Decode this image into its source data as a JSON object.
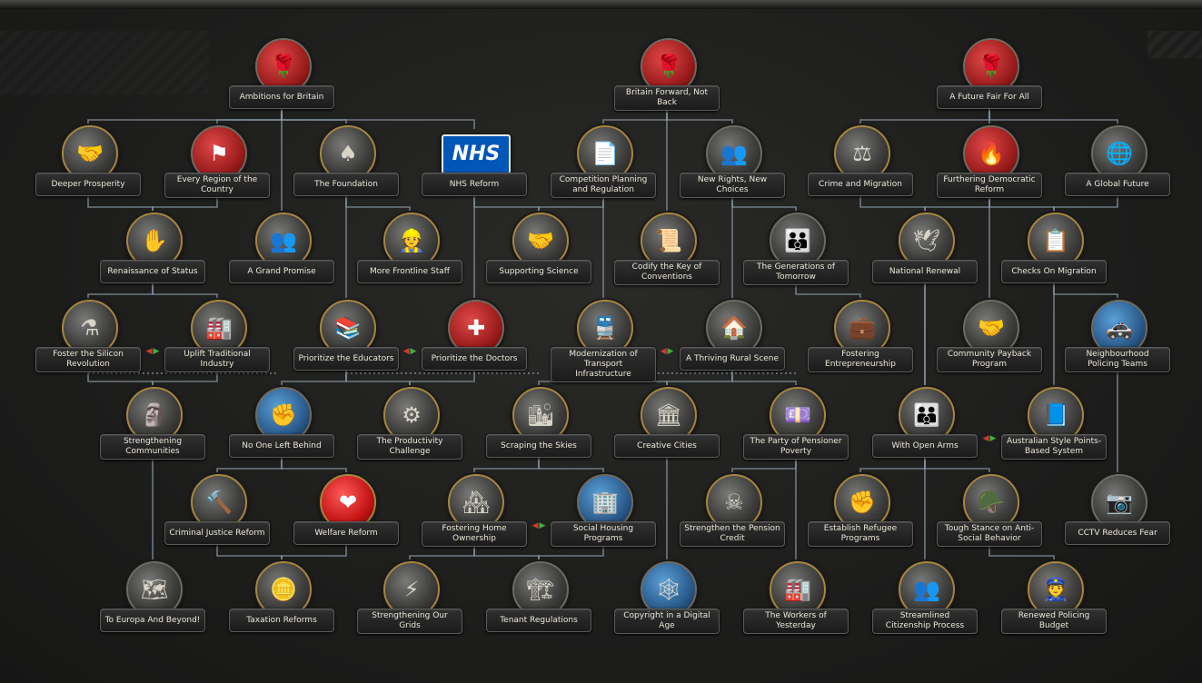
{
  "focus_tree": {
    "focuses": [
      {
        "id": "ambitions",
        "label": "Ambitions for Britain",
        "icon": "red-rose-icon",
        "glyph": "🌹",
        "style": "red"
      },
      {
        "id": "forward",
        "label": "Britain Forward, Not Back",
        "icon": "red-rose-icon",
        "glyph": "🌹",
        "style": "red"
      },
      {
        "id": "future",
        "label": "A Future Fair For All",
        "icon": "red-rose-icon",
        "glyph": "🌹",
        "style": "red"
      },
      {
        "id": "deeper",
        "label": "Deeper Prosperity",
        "icon": "handshake-icon",
        "glyph": "🤝",
        "style": "gold"
      },
      {
        "id": "every_region",
        "label": "Every Region of the Country",
        "icon": "union-flag-icon",
        "glyph": "⚑",
        "style": "red"
      },
      {
        "id": "foundation",
        "label": "The Foundation",
        "icon": "trowel-icon",
        "glyph": "♠",
        "style": "gold"
      },
      {
        "id": "nhs_reform",
        "label": "NHS Reform",
        "icon": "nhs-logo-icon",
        "glyph": "NHS",
        "style": "nhs"
      },
      {
        "id": "competition",
        "label": "Competition Planning and Regulation",
        "icon": "documents-icon",
        "glyph": "📄",
        "style": "gold"
      },
      {
        "id": "new_rights",
        "label": "New Rights, New Choices",
        "icon": "people-icon",
        "glyph": "👥",
        "style": ""
      },
      {
        "id": "crime",
        "label": "Crime and Migration",
        "icon": "scales-icon",
        "glyph": "⚖",
        "style": "gold"
      },
      {
        "id": "furthering",
        "label": "Furthering Democratic Reform",
        "icon": "torches-icon",
        "glyph": "🔥",
        "style": "red"
      },
      {
        "id": "global",
        "label": "A Global Future",
        "icon": "globe-icon",
        "glyph": "🌐",
        "style": ""
      },
      {
        "id": "renaissance",
        "label": "Renaissance of Status",
        "icon": "hands-icon",
        "glyph": "✋",
        "style": "gold"
      },
      {
        "id": "grand_promise",
        "label": "A Grand Promise",
        "icon": "meeting-icon",
        "glyph": "👥",
        "style": "gold"
      },
      {
        "id": "frontline",
        "label": "More Frontline Staff",
        "icon": "worker-icon",
        "glyph": "👷",
        "style": "gold"
      },
      {
        "id": "science",
        "label": "Supporting Science",
        "icon": "handshake-icon",
        "glyph": "🤝",
        "style": "gold"
      },
      {
        "id": "codify",
        "label": "Codify the Key of Conventions",
        "icon": "scroll-icon",
        "glyph": "📜",
        "style": "gold"
      },
      {
        "id": "generations",
        "label": "The Generations of Tomorrow",
        "icon": "crowd-icon",
        "glyph": "👪",
        "style": ""
      },
      {
        "id": "national_renewal",
        "label": "National Renewal",
        "icon": "eagle-icon",
        "glyph": "🕊",
        "style": "gold"
      },
      {
        "id": "checks_migration",
        "label": "Checks On Migration",
        "icon": "papers-icon",
        "glyph": "📋",
        "style": "gold"
      },
      {
        "id": "silicon",
        "label": "Foster the Silicon Revolution",
        "icon": "flask-icon",
        "glyph": "⚗",
        "style": "gold"
      },
      {
        "id": "uplift",
        "label": "Uplift Traditional Industry",
        "icon": "factory-icon",
        "glyph": "🏭",
        "style": "gold"
      },
      {
        "id": "educators",
        "label": "Prioritize the Educators",
        "icon": "teacher-icon",
        "glyph": "📚",
        "style": "gold"
      },
      {
        "id": "doctors",
        "label": "Prioritize the Doctors",
        "icon": "red-cross-icon",
        "glyph": "✚",
        "style": "red"
      },
      {
        "id": "transport",
        "label": "Modernization of Transport Infrastructure",
        "icon": "train-icon",
        "glyph": "🚆",
        "style": "gold"
      },
      {
        "id": "rural",
        "label": "A Thriving Rural Scene",
        "icon": "barn-icon",
        "glyph": "🏠",
        "style": ""
      },
      {
        "id": "entrepreneurship",
        "label": "Fostering Entrepreneurship",
        "icon": "briefcase-icon",
        "glyph": "💼",
        "style": "gold"
      },
      {
        "id": "payback",
        "label": "Community Payback Program",
        "icon": "handshake-icon",
        "glyph": "🤝",
        "style": ""
      },
      {
        "id": "policing",
        "label": "Neighbourhood Policing Teams",
        "icon": "police-car-icon",
        "glyph": "🚓",
        "style": "blue"
      },
      {
        "id": "strengthening_comm",
        "label": "Strengthening Communities",
        "icon": "statue-icon",
        "glyph": "🗿",
        "style": "gold"
      },
      {
        "id": "no_one",
        "label": "No One Left Behind",
        "icon": "raised-fist-icon",
        "glyph": "✊",
        "style": "blue"
      },
      {
        "id": "productivity",
        "label": "The Productivity Challenge",
        "icon": "gears-icon",
        "glyph": "⚙",
        "style": "gold"
      },
      {
        "id": "skies",
        "label": "Scraping the Skies",
        "icon": "skyscraper-icon",
        "glyph": "🏙",
        "style": "gold"
      },
      {
        "id": "creative",
        "label": "Creative Cities",
        "icon": "city-icon",
        "glyph": "🏛",
        "style": "gold"
      },
      {
        "id": "pensioner",
        "label": "The Party of Pensioner Poverty",
        "icon": "money-icon",
        "glyph": "💷",
        "style": "gold"
      },
      {
        "id": "open_arms",
        "label": "With Open Arms",
        "icon": "family-icon",
        "glyph": "👪",
        "style": "gold"
      },
      {
        "id": "australian",
        "label": "Australian Style Points-Based System",
        "icon": "passport-icon",
        "glyph": "📘",
        "style": "gold"
      },
      {
        "id": "criminal",
        "label": "Criminal Justice Reform",
        "icon": "gavel-icon",
        "glyph": "🔨",
        "style": "gold"
      },
      {
        "id": "welfare",
        "label": "Welfare Reform",
        "icon": "heart-icon",
        "glyph": "❤",
        "style": "heart"
      },
      {
        "id": "home_own",
        "label": "Fostering Home Ownership",
        "icon": "houses-icon",
        "glyph": "🏘",
        "style": "gold"
      },
      {
        "id": "social_housing",
        "label": "Social Housing Programs",
        "icon": "tower-block-icon",
        "glyph": "🏢",
        "style": "blue"
      },
      {
        "id": "pension_credit",
        "label": "Strengthen the Pension Credit",
        "icon": "skull-icon",
        "glyph": "☠",
        "style": "gold"
      },
      {
        "id": "refugee",
        "label": "Establish Refugee Programs",
        "icon": "fist-icon",
        "glyph": "✊",
        "style": "gold"
      },
      {
        "id": "antisocial",
        "label": "Tough Stance on Anti-Social Behavior",
        "icon": "soldier-icon",
        "glyph": "🪖",
        "style": "gold"
      },
      {
        "id": "cctv",
        "label": "CCTV Reduces Fear",
        "icon": "camera-icon",
        "glyph": "📷",
        "style": ""
      },
      {
        "id": "europa",
        "label": "To Europa And Beyond!",
        "icon": "europe-map-icon",
        "glyph": "🗺",
        "style": ""
      },
      {
        "id": "taxation",
        "label": "Taxation Reforms",
        "icon": "coins-icon",
        "glyph": "🪙",
        "style": "gold"
      },
      {
        "id": "grids",
        "label": "Strengthening Our Grids",
        "icon": "power-grid-icon",
        "glyph": "⚡",
        "style": "gold"
      },
      {
        "id": "tenant",
        "label": "Tenant Regulations",
        "icon": "buildings-icon",
        "glyph": "🏗",
        "style": ""
      },
      {
        "id": "copyright",
        "label": "Copyright in a Digital Age",
        "icon": "network-icon",
        "glyph": "🕸",
        "style": "blue"
      },
      {
        "id": "workers",
        "label": "The Workers of Yesterday",
        "icon": "factory-icon",
        "glyph": "🏭",
        "style": "gold"
      },
      {
        "id": "citizenship",
        "label": "Streamlined Citizenship Process",
        "icon": "crowd-icon",
        "glyph": "👥",
        "style": "gold"
      },
      {
        "id": "policing_budget",
        "label": "Renewed Policing Budget",
        "icon": "police-officer-icon",
        "glyph": "👮",
        "style": "gold"
      }
    ],
    "mutual_exclusive_icon": "mutually-exclusive-icon"
  }
}
